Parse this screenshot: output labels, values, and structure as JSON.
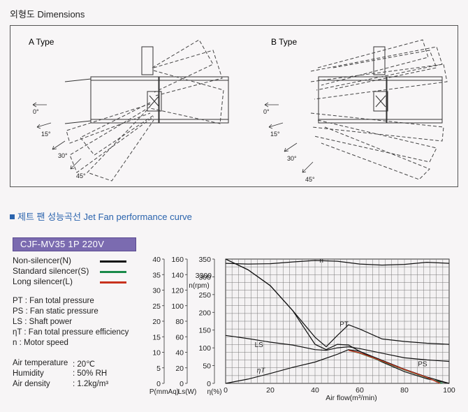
{
  "dimensions": {
    "title": "외형도 Dimensions",
    "a_type": {
      "label": "A Type",
      "angles": [
        "0°",
        "15°",
        "30°",
        "45°"
      ]
    },
    "b_type": {
      "label": "B Type",
      "angles": [
        "0°",
        "15°",
        "30°",
        "45°"
      ]
    }
  },
  "performance": {
    "title": "제트 팬 성능곡선 Jet Fan performance curve",
    "model": "CJF-MV35 1P 220V",
    "legend": [
      {
        "label": "Non-silencer(N)",
        "color": "#111111"
      },
      {
        "label": "Standard silencer(S)",
        "color": "#1a8a4a"
      },
      {
        "label": "Long silencer(L)",
        "color": "#c8321e"
      }
    ],
    "definitions": [
      {
        "sym": "PT",
        "desc": ": Fan total pressure"
      },
      {
        "sym": "PS",
        "desc": ": Fan static pressure"
      },
      {
        "sym": "LS",
        "desc": ": Shaft power"
      },
      {
        "sym": "ηT",
        "desc": ": Fan total pressure efficiency"
      },
      {
        "sym": "n",
        "desc": ": Motor speed"
      }
    ],
    "conditions": [
      {
        "label": "Air temperature",
        "value": ": 20℃"
      },
      {
        "label": "Humidity",
        "value": ": 50% RH"
      },
      {
        "label": "Air density",
        "value": ": 1.2kg/m³"
      }
    ]
  },
  "chart_data": {
    "type": "line",
    "xlabel": "Air flow(m³/min)",
    "xlim": [
      0,
      100
    ],
    "x_ticks": [
      "0",
      "20",
      "40",
      "60",
      "80",
      "100"
    ],
    "axes": [
      {
        "label": "P(mmAq)",
        "ticks": [
          "0",
          "5",
          "10",
          "15",
          "20",
          "25",
          "30",
          "35",
          "40"
        ],
        "range": [
          0,
          40
        ]
      },
      {
        "label": "Ls(W)",
        "ticks": [
          "0",
          "20",
          "40",
          "60",
          "80",
          "100",
          "120",
          "140",
          "160"
        ],
        "range": [
          0,
          160
        ]
      },
      {
        "label": "η(%)",
        "ticks": [
          "0",
          "50",
          "100",
          "150",
          "200",
          "250",
          "300",
          "350"
        ],
        "range": [
          0,
          350
        ]
      }
    ],
    "rpm_label": "n(rpm)",
    "rpm_value": "3300",
    "series": [
      {
        "name": "n",
        "x": [
          0,
          10,
          20,
          30,
          40,
          50,
          60,
          70,
          80,
          90,
          100
        ],
        "y": [
          338,
          336,
          337,
          342,
          346,
          344,
          336,
          333,
          335,
          341,
          338
        ]
      },
      {
        "name": "PT",
        "x": [
          0,
          10,
          20,
          30,
          40,
          45,
          50,
          55,
          60,
          70,
          80,
          90,
          100
        ],
        "y": [
          350,
          320,
          275,
          205,
          130,
          103,
          135,
          165,
          153,
          125,
          118,
          113,
          110
        ]
      },
      {
        "name": "LS",
        "x": [
          0,
          10,
          20,
          30,
          40,
          45,
          50,
          55,
          60,
          70,
          80,
          90,
          100
        ],
        "y": [
          135,
          126,
          116,
          108,
          95,
          93,
          100,
          103,
          98,
          85,
          72,
          66,
          62
        ]
      },
      {
        "name": "PS",
        "x": [
          0,
          10,
          20,
          30,
          40,
          45,
          50,
          55,
          60,
          70,
          80,
          90,
          100
        ],
        "y": [
          350,
          320,
          275,
          205,
          110,
          95,
          110,
          108,
          90,
          60,
          33,
          13,
          0
        ]
      },
      {
        "name": "ηT",
        "x": [
          0,
          10,
          20,
          30,
          40,
          50,
          55,
          60,
          70,
          80,
          90,
          100
        ],
        "y": [
          0,
          12,
          28,
          45,
          60,
          82,
          95,
          90,
          65,
          40,
          18,
          0
        ]
      }
    ],
    "silencer_overlays": [
      {
        "name": "Standard silencer(S)",
        "x": [
          55,
          60,
          70,
          80,
          90,
          97
        ],
        "y": [
          93,
          85,
          62,
          38,
          16,
          0
        ]
      },
      {
        "name": "Long silencer(L)",
        "x": [
          55,
          60,
          70,
          80,
          90,
          96
        ],
        "y": [
          93,
          86,
          63,
          39,
          17,
          0
        ]
      }
    ],
    "annotations": [
      "n",
      "PT",
      "LS",
      "PS",
      "ηT"
    ]
  },
  "colors": {
    "heading_blue": "#2a63ad",
    "model_bar": "#7b6bb0"
  }
}
